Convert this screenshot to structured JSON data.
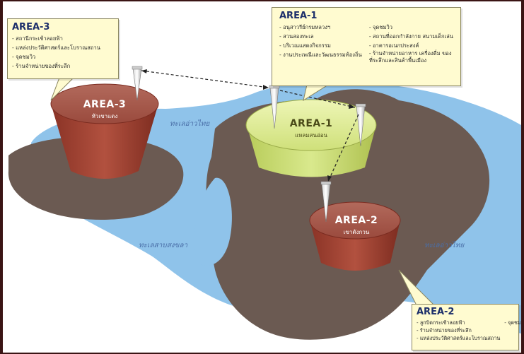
{
  "areas": {
    "area1": {
      "name": "AREA-1",
      "subtitle": "แหลมสนอ่อน",
      "callout_title": "AREA-1",
      "items_left": [
        "อนุสาวรีย์กรมหลวงฯ",
        "สวนสองทะเล",
        "บริเวณแสดงกิจกรรม",
        "งานประเพณีและวัฒนธรรมท้องถิ่น"
      ],
      "items_right": [
        "จุดชมวิว",
        "สถานที่ออกกำลังกาย สนามเด็กเล่น",
        "อาคารอเนกประสงค์",
        "ร้านจำหน่ายอาหาร เครื่องดื่ม ของที่ระลึกและสินค้าพื้นเมือง"
      ]
    },
    "area2": {
      "name": "AREA-2",
      "subtitle": "เขาตังกวน",
      "callout_title": "AREA-2",
      "items_left": [
        "ลูกบิดกระเช้าลอยฟ้า",
        "ร้านจำหน่ายของที่ระลึก",
        "แหล่งประวัติศาสตร์และโบราณสถาน"
      ],
      "items_right": [
        "จุดชมวิว"
      ]
    },
    "area3": {
      "name": "AREA-3",
      "subtitle": "หัวเขาแดง",
      "callout_title": "AREA-3",
      "items": [
        "สถานีกระเช้าลอยฟ้า",
        "แหล่งประวัติศาสตร์และโบราณสถาน",
        "จุดชมวิว",
        "ร้านจำหน่ายของที่ระลึก"
      ]
    }
  },
  "water_labels": {
    "gulf_top": "ทะเลอ่าวไทย",
    "lake": "ทะเลสาบสงขลา",
    "gulf_right": "ทะเลอ่าวไทย"
  },
  "colors": {
    "sea": "#8fc3ea",
    "land": "#6b5a52",
    "pot_area1": "#dbe88a",
    "pot_area2_3": "#a3493c",
    "callout_bg": "#fffbd0"
  }
}
